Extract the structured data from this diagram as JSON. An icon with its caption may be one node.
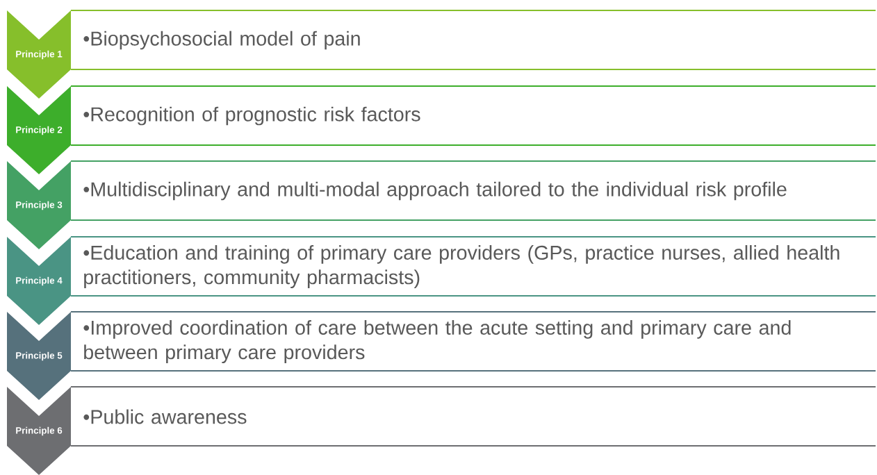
{
  "diagram": {
    "nodes": [
      {
        "text": [
          "Principle 1"
        ]
      },
      {
        "text": [
          "•Biopsychosocial model of pain"
        ]
      },
      {
        "text": [
          "Principle 2"
        ]
      },
      {
        "text": [
          "•Recognition of prognostic risk factors"
        ]
      },
      {
        "text": [
          "Principle 3"
        ]
      },
      {
        "text": [
          "•Multidisciplinary and multi-modal approach tailored to the individual risk profile"
        ]
      },
      {
        "text": [
          "Principle 4"
        ]
      },
      {
        "text": [
          "•Education and training of primary care providers (GPs, practice nurses, allied health practitioners, community pharmacists)"
        ]
      },
      {
        "text": [
          "Principle 5"
        ]
      },
      {
        "text": [
          "•Improved coordination of care between the acute setting and primary care and between primary care providers"
        ]
      },
      {
        "text": [
          "Principle 6"
        ]
      },
      {
        "text": [
          "•Public awareness"
        ]
      }
    ]
  }
}
